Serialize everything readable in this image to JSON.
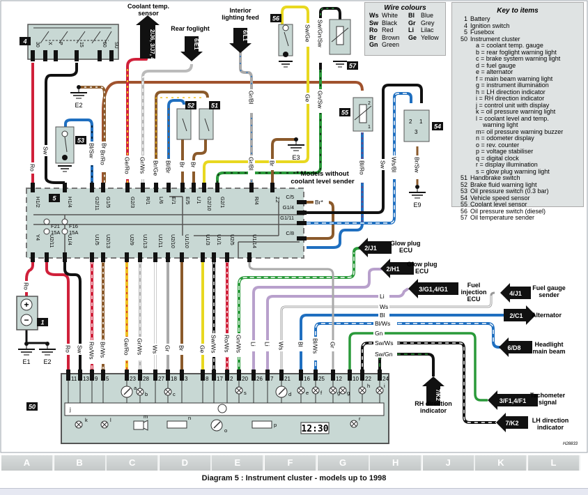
{
  "caption": "Diagram 5 : Instrument cluster - models up to 1998",
  "drawing_ref": "H28833",
  "grid_columns": [
    "A",
    "B",
    "C",
    "D",
    "E",
    "F",
    "G",
    "H",
    "J",
    "K",
    "L"
  ],
  "wire_colours": {
    "title": "Wire colours",
    "entries": [
      {
        "code": "Ws",
        "name": "White"
      },
      {
        "code": "Bl",
        "name": "Blue"
      },
      {
        "code": "Sw",
        "name": "Black"
      },
      {
        "code": "Gr",
        "name": "Grey"
      },
      {
        "code": "Ro",
        "name": "Red"
      },
      {
        "code": "Li",
        "name": "Lilac"
      },
      {
        "code": "Br",
        "name": "Brown"
      },
      {
        "code": "Ge",
        "name": "Yellow"
      },
      {
        "code": "Gn",
        "name": "Green"
      }
    ]
  },
  "key": {
    "title": "Key to items",
    "items": [
      {
        "num": "1",
        "text": "Battery"
      },
      {
        "num": "4",
        "text": "Ignition switch"
      },
      {
        "num": "5",
        "text": "Fusebox"
      },
      {
        "num": "50",
        "text": "Instrument cluster"
      },
      {
        "num": "",
        "text": "a = coolant temp. gauge"
      },
      {
        "num": "",
        "text": "b = rear foglight warning light"
      },
      {
        "num": "",
        "text": "c = brake system warning light"
      },
      {
        "num": "",
        "text": "d = fuel gauge"
      },
      {
        "num": "",
        "text": "e = alternator"
      },
      {
        "num": "",
        "text": "f = main beam warning light"
      },
      {
        "num": "",
        "text": "g = instrument illumination"
      },
      {
        "num": "",
        "text": "h = LH direction indicator"
      },
      {
        "num": "",
        "text": "i = RH direction indicator"
      },
      {
        "num": "",
        "text": "j = control unit with display"
      },
      {
        "num": "",
        "text": "k = oil pressure warning light"
      },
      {
        "num": "",
        "text": "l = coolant level and temp."
      },
      {
        "num": "",
        "text": "    warning light"
      },
      {
        "num": "",
        "text": "m= oil pressure warning buzzer"
      },
      {
        "num": "",
        "text": "n = odometer display"
      },
      {
        "num": "",
        "text": "o = rev. counter"
      },
      {
        "num": "",
        "text": "p = voltage stabiliser"
      },
      {
        "num": "",
        "text": "q = digital clock"
      },
      {
        "num": "",
        "text": "r = display illumination"
      },
      {
        "num": "",
        "text": "s = glow plug warning light"
      },
      {
        "num": "51",
        "text": "Handbrake switch"
      },
      {
        "num": "52",
        "text": "Brake fluid warning light"
      },
      {
        "num": "53",
        "text": "Oil pressure switch (0.3 bar)"
      },
      {
        "num": "54",
        "text": "Vehicle speed sensor"
      },
      {
        "num": "55",
        "text": "Coolant level sensor"
      },
      {
        "num": "56",
        "text": "Oil pressure switch (diesel)"
      },
      {
        "num": "57",
        "text": "Oil temperature sender"
      }
    ]
  },
  "components": {
    "c1": "1",
    "c4": "4",
    "c5": "5",
    "c50": "50",
    "c51": "51",
    "c52": "52",
    "c53": "53",
    "c54": "54",
    "c55": "55",
    "c56": "56",
    "c57": "57"
  },
  "ignition_terminals": [
    "30",
    "X",
    "P",
    "15",
    "50",
    "SU"
  ],
  "fuses": [
    {
      "id": "F21",
      "rating": "15A"
    },
    {
      "id": "F16",
      "rating": "15A"
    }
  ],
  "fusebox_top_pins": [
    "H1/2",
    "H1/4",
    "G2/11",
    "G1/5",
    "G2/3",
    "R/1",
    "L/6",
    "E/1",
    "E/5",
    "L/1",
    "G2/10",
    "G2/1",
    "R/4",
    "Z2"
  ],
  "fusebox_right_pins": [
    "C/5",
    "G1/4",
    "G1/11",
    "C/8"
  ],
  "fusebox_bottom_pins": [
    "Y4",
    "U2/11",
    "U1/4",
    "U1/5",
    "U2/13",
    "U2/9",
    "U1/13",
    "U1/11",
    "U2/10",
    "U1/10",
    "U1/3",
    "U1/1",
    "U2/5",
    "U1/14"
  ],
  "cluster_pins": [
    "11",
    "13",
    "9",
    "5",
    "23",
    "28",
    "27",
    "18",
    "3",
    "8",
    "17",
    "2",
    "20",
    "26",
    "7",
    "21",
    "16",
    "25",
    "12",
    "10",
    "22",
    "24"
  ],
  "cluster_sub": [
    "a",
    "b",
    "c",
    "d",
    "e",
    "f",
    "g",
    "g",
    "h",
    "i",
    "j",
    "k",
    "l",
    "m",
    "n",
    "o",
    "p",
    "r",
    "s"
  ],
  "clock": "12:30",
  "grounds": [
    "E1",
    "E2",
    "E2",
    "E3",
    "E9"
  ],
  "wire_labels": {
    "ro_top": "Ro",
    "sw_top": "Sw",
    "blsw": "Bl/Sw",
    "brws": "Br/Ws",
    "brro": "Br/Ro",
    "gero": "Ge/Ro",
    "grws": "Gr/Ws",
    "brge": "Br/Ge",
    "blbr": "Bl/Br",
    "br1": "Br",
    "br2": "Br",
    "grbl1": "Gr/Bl",
    "grbl2": "Gr/Bl",
    "br3": "Br",
    "swge": "Sw/Ge",
    "ge": "Ge",
    "swgnsw": "Sw/Gn/Sw",
    "gnsw": "Gn/Sw",
    "blro": "Bl/Ro",
    "sw_r": "Sw",
    "wsbl": "Ws/Bl",
    "brsw": "Br/Sw",
    "br_star": "Br*",
    "b_ro": "Ro",
    "b_sw": "Sw",
    "b_rows": "Ro/Ws",
    "b_brws": "Br/Ws",
    "b_gero": "Ge/Ro",
    "b_grws": "Gr/Ws",
    "b_ws": "Ws",
    "b_gr": "Gr",
    "b_br": "Br",
    "b_ge": "Ge",
    "b_swws": "Sw/Ws",
    "b_rows2": "Ro/Ws",
    "b_grws2": "Gn/Ws",
    "b_li1": "Li",
    "b_li2": "Li",
    "b_ws2": "Ws",
    "b_bl": "Bl",
    "b_blws": "Bl/Ws",
    "b_gr2": "Gr",
    "h_li": "Li",
    "h_ws": "Ws",
    "h_bl": "Bl",
    "h_blws": "Bl/Ws",
    "h_gn": "Gn",
    "h_swws": "Sw/Ws",
    "h_swgn": "Sw/Gn",
    "ro_batt": "Ro"
  },
  "notes": {
    "models_without": "* Models without",
    "coolant_level": "coolant level sender"
  },
  "arrows": {
    "coolant_temp": {
      "ref": "2/J6, 3/J7, 4/H8",
      "label1": "Coolant temp.",
      "label2": "sensor"
    },
    "rear_foglight": {
      "ref": "6/E1",
      "label1": "Rear foglight"
    },
    "interior_light": {
      "ref": "6/L1",
      "label1": "Interior",
      "label2": "lighting feed"
    },
    "glow_j1": {
      "ref": "2/J1",
      "label1": "Glow plug",
      "label2": "ECU"
    },
    "glow_h1": {
      "ref": "2/H1",
      "label1": "Glow plug",
      "label2": "ECU"
    },
    "fuel_inj": {
      "ref": "3/G1,4/G1",
      "label1": "Fuel",
      "label2": "injection",
      "label3": "ECU"
    },
    "fuel_gauge": {
      "ref": "4/J1",
      "label1": "Fuel gauge",
      "label2": "sender"
    },
    "alternator": {
      "ref": "2/C1",
      "label1": "Alternator"
    },
    "headlight": {
      "ref": "6/D8",
      "label1": "Headlight",
      "label2": "main beam"
    },
    "rh_dir": {
      "ref": "7/K2",
      "label1": "RH direction",
      "label2": "indicator"
    },
    "tacho": {
      "ref": "3/F1,4/F1",
      "label1": "Tachometer",
      "label2": "signal"
    },
    "lh_dir": {
      "ref": "7/K2",
      "label1": "LH direction",
      "label2": "indicator"
    }
  }
}
